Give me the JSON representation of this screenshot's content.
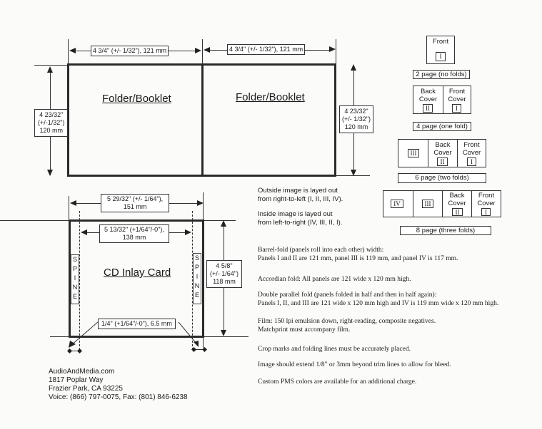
{
  "folder": {
    "panel_titles": [
      "Folder/Booklet",
      "Folder/Booklet"
    ],
    "width_labels": [
      "4 3/4\" (+/- 1/32\"),  121 mm",
      "4 3/4\" (+/- 1/32\"),  121 mm"
    ],
    "height_left": [
      "4 23/32\"",
      "(+/-1/32\")",
      "120 mm"
    ],
    "height_right": [
      "4 23/32\"",
      "(+/- 1/32\")",
      "120 mm"
    ]
  },
  "inlay": {
    "title": "CD Inlay Card",
    "outer_width": [
      "5 29/32\" (+/- 1/64\"),",
      "151 mm"
    ],
    "inner_width": [
      "5 13/32\" (+1/64\"/-0\"),",
      "138 mm"
    ],
    "height": [
      "4 5/8\"",
      "(+/- 1/64\")",
      "118 mm"
    ],
    "spine_letters": [
      "S",
      "P",
      "I",
      "N",
      "E"
    ],
    "spine_width": "1/4\" (+1/64\"/-0\"),  6.5 mm"
  },
  "layout_notes": [
    [
      "Outside image is layed out",
      "from right-to-left (I, II, III, IV)."
    ],
    [
      "Inside image is layed out",
      "from left-to-right (IV, III, II, I)."
    ]
  ],
  "specs": [
    [
      "Barrel-fold (panels roll into each other) width:",
      "Panels I and II are 121 mm, panel III is 119 mm, and panel IV is 117 mm."
    ],
    [
      "Accordian fold:  All panels are 121 wide x 120 mm high."
    ],
    [
      "Double parallel fold (panels folded in half and then in half again):",
      "Panels I, II, and III are 121 wide x 120 mm high and IV is 119 mm wide x 120 mm high."
    ],
    [
      "Film:  150 lpi emulsion down, right-reading, composite negatives.",
      "Matchprint must accompany film."
    ],
    [
      "Crop marks and folding lines must be accurately placed."
    ],
    [
      "Image should extend 1/8\" or 3mm beyond trim lines to allow for bleed."
    ],
    [
      "Custom PMS colors are available for an additional charge."
    ]
  ],
  "fold_diagrams": {
    "two_page": {
      "front": "Front",
      "roman": "I",
      "label": "2 page (no folds)"
    },
    "four_page": {
      "back": [
        "Back",
        "Cover"
      ],
      "front": [
        "Front",
        "Cover"
      ],
      "roman": [
        "II",
        "I"
      ],
      "label": "4 page (one fold)"
    },
    "six_page": {
      "back": [
        "Back",
        "Cover"
      ],
      "front": [
        "Front",
        "Cover"
      ],
      "roman": [
        "III",
        "II",
        "I"
      ],
      "label": "6 page (two folds)"
    },
    "eight_page": {
      "back": [
        "Back",
        "Cover"
      ],
      "front": [
        "Front",
        "Cover"
      ],
      "roman": [
        "IV",
        "III",
        "II",
        "I"
      ],
      "label": "8 page (three folds)"
    }
  },
  "address": [
    "AudioAndMedia.com",
    "1817 Poplar Way",
    "Frazier Park, CA 93225",
    "Voice: (866) 797-0075, Fax: (801) 846-6238"
  ]
}
